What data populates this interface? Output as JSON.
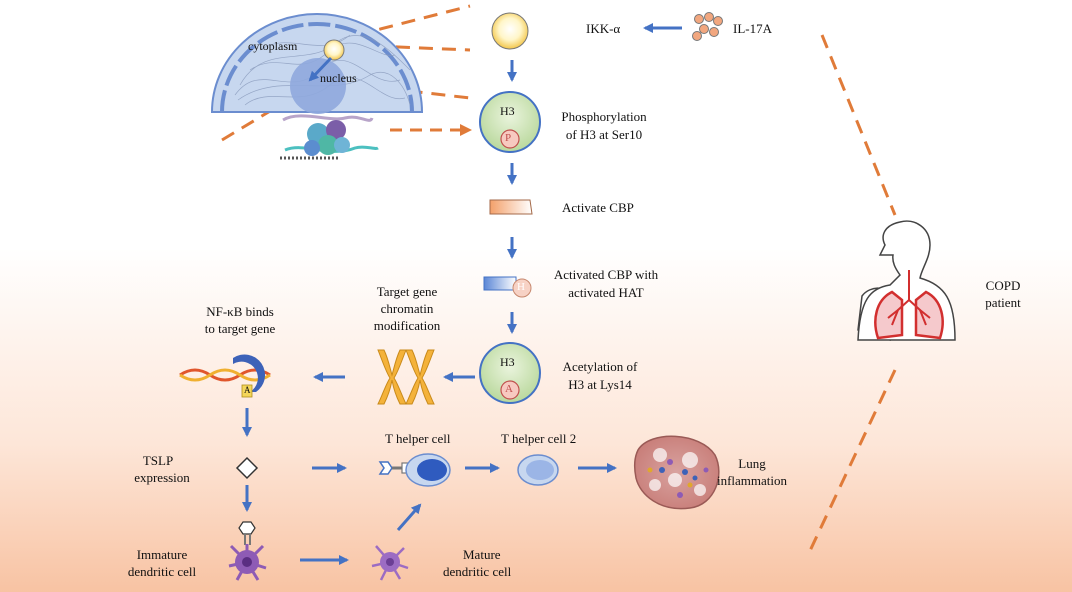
{
  "labels": {
    "cytoplasm": "cytoplasm",
    "nucleus": "nucleus",
    "ikk": "IKK-α",
    "il17a": "IL-17A",
    "h3_top": "H3",
    "p": "P",
    "phos_1": "Phosphorylation",
    "phos_2": "of H3 at Ser10",
    "activate_cbp": "Activate CBP",
    "activated_cbp_1": "Activated CBP with",
    "activated_cbp_2": "activated HAT",
    "h": "H",
    "target_1": "Target gene",
    "target_2": "chromatin",
    "target_3": "modification",
    "nfkb_1": "NF-κB binds",
    "nfkb_2": "to target gene",
    "h3_bottom": "H3",
    "a": "A",
    "acet_1": "Acetylation of",
    "acet_2": "H3 at Lys14",
    "dna_a": "A",
    "tslp_1": "TSLP",
    "tslp_2": "expression",
    "th": "T helper cell",
    "th2": "T helper cell 2",
    "lung_1": "Lung",
    "lung_2": "inflammation",
    "copd_1": "COPD",
    "copd_2": "patient",
    "imm_1": "Immature",
    "imm_2": "dendritic cell",
    "mat_1": "Mature",
    "mat_2": "dendritic cell"
  },
  "colors": {
    "arrow": "#4472c4",
    "dash": "#e07b39",
    "cell_fill": "#c7d7ef",
    "nucleus_fill": "#8fa8dd",
    "h3_fill": "#cfe6bd",
    "h3_stroke": "#4472c4",
    "chromosome": "#f0a830",
    "dendritic": "#8e5bb5",
    "lung": "#d22f2f"
  }
}
